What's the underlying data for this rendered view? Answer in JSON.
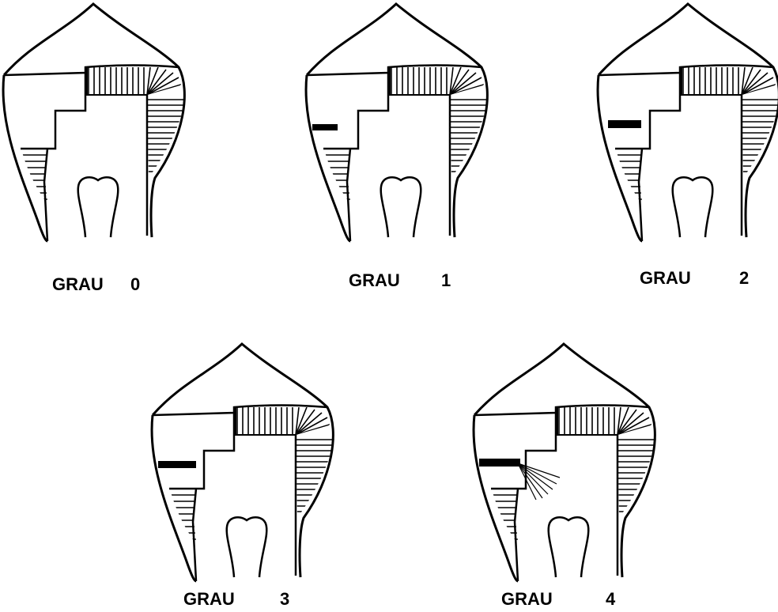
{
  "panels": [
    {
      "label": "GRAU",
      "grade": "0"
    },
    {
      "label": "GRAU",
      "grade": "1"
    },
    {
      "label": "GRAU",
      "grade": "2"
    },
    {
      "label": "GRAU",
      "grade": "3"
    },
    {
      "label": "GRAU",
      "grade": "4"
    }
  ],
  "colors": {
    "ink": "#000000",
    "background": "#ffffff"
  }
}
